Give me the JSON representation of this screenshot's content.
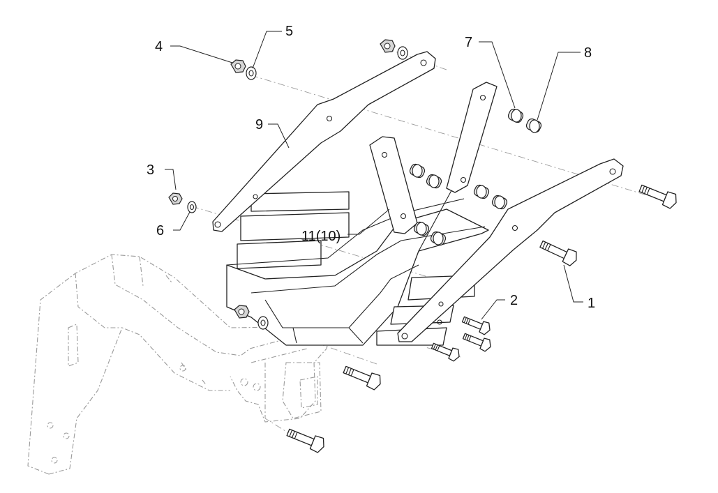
{
  "callouts": {
    "p1": "1",
    "p2": "2",
    "p3": "3",
    "p4": "4",
    "p5": "5",
    "p6": "6",
    "p7": "7",
    "p8": "8",
    "p9": "9",
    "p11": "11(10)"
  }
}
